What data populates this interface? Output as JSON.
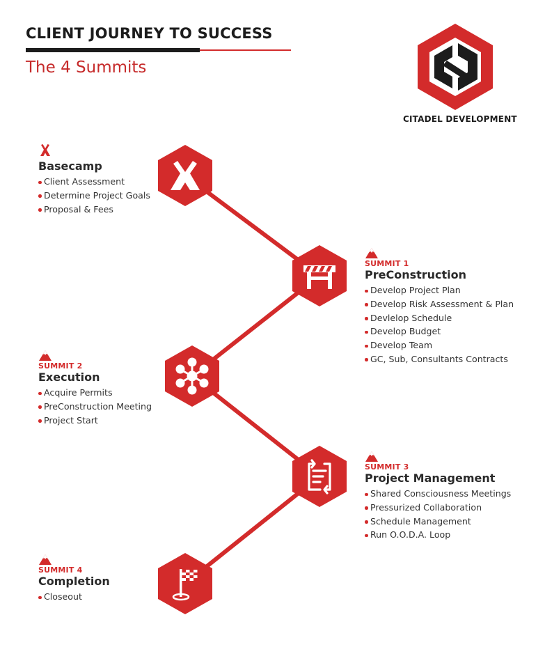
{
  "header": {
    "title": "CLIENT JOURNEY TO SUCCESS",
    "subtitle": "The 4 Summits",
    "company": "CITADEL DEVELOPMENT"
  },
  "colors": {
    "accent": "#d32b2b",
    "dark": "#1c1c1c"
  },
  "steps": [
    {
      "icon": "tent-icon",
      "node_icon": "tent-icon",
      "label": "",
      "title": "Basecamp",
      "items": [
        "Client Assessment",
        "Determine Project Goals",
        "Proposal & Fees"
      ]
    },
    {
      "icon": "mountain-icon",
      "node_icon": "barrier-icon",
      "label": "SUMMIT 1",
      "title": "PreConstruction",
      "items": [
        "Develop Project Plan",
        "Develop Risk Assessment & Plan",
        "Devlelop Schedule",
        "Develop Budget",
        "Develop Team",
        "GC, Sub, Consultants Contracts"
      ]
    },
    {
      "icon": "mountain-icon",
      "node_icon": "network-icon",
      "label": "SUMMIT 2",
      "title": "Execution",
      "items": [
        "Acquire Permits",
        "PreConstruction Meeting",
        "Project Start"
      ]
    },
    {
      "icon": "mountain-icon",
      "node_icon": "document-sync-icon",
      "label": "SUMMIT 3",
      "title": "Project Management",
      "items": [
        "Shared Consciousness Meetings",
        "Pressurized Collaboration",
        "Schedule Management",
        "Run O.O.D.A. Loop"
      ]
    },
    {
      "icon": "mountain-icon",
      "node_icon": "checkered-flag-icon",
      "label": "SUMMIT 4",
      "title": "Completion",
      "items": [
        "Closeout"
      ]
    }
  ]
}
